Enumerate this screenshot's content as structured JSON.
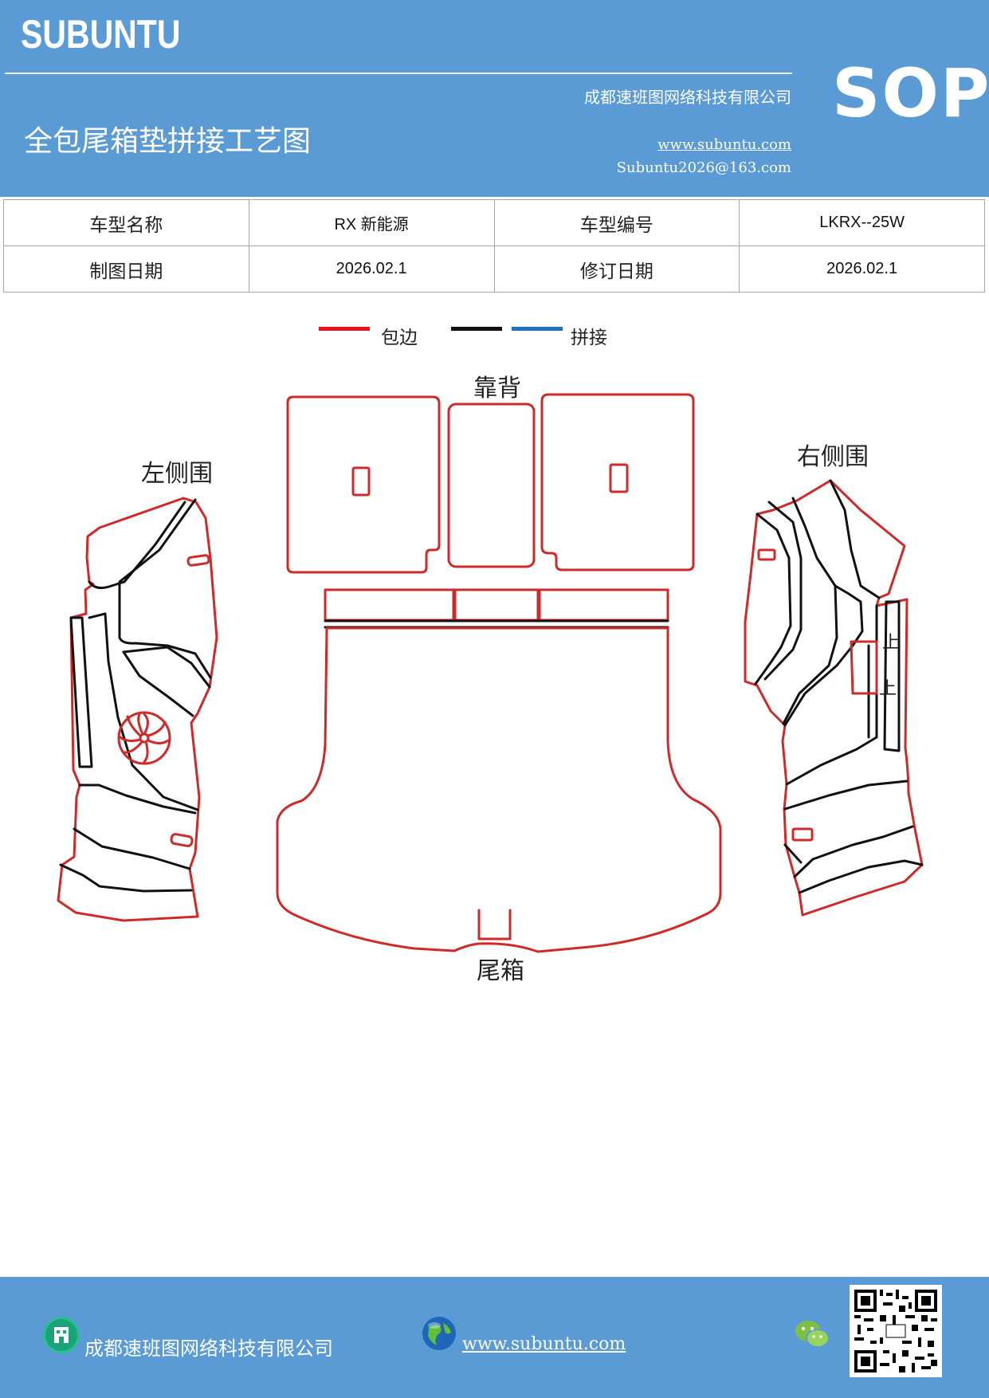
{
  "header": {
    "brand": "SUBUNTU",
    "company": "成都速班图网络科技有限公司",
    "title": "全包尾箱垫拼接工艺图",
    "website": "www.subuntu.com",
    "email": "Subuntu2026@163.com",
    "sop": "SOP"
  },
  "info": {
    "rows": [
      {
        "label1": "车型名称",
        "value1": "RX 新能源",
        "label2": "车型编号",
        "value2": "LKRX--25W"
      },
      {
        "label1": "制图日期",
        "value1": "2026.02.1",
        "label2": "修订日期",
        "value2": "2026.02.1"
      }
    ]
  },
  "legend": {
    "wrap_label": "包边",
    "splice_label": "拼接",
    "colors": {
      "wrap": "#e8141c",
      "splice_black": "#111111",
      "splice_blue": "#1f6fc4"
    }
  },
  "diagram": {
    "backrest_label": "靠背",
    "left_label": "左侧围",
    "right_label": "右侧围",
    "trunk_label": "尾箱",
    "mark_up_1": "上",
    "mark_up_2": "上",
    "colors": {
      "edge": "#cf2a2a",
      "seam": "#111111"
    }
  },
  "footer": {
    "company": "成都速班图网络科技有限公司",
    "website": "www.subuntu.com",
    "icons": [
      "building-icon",
      "globe-icon",
      "wechat-icon",
      "qr-code"
    ]
  }
}
